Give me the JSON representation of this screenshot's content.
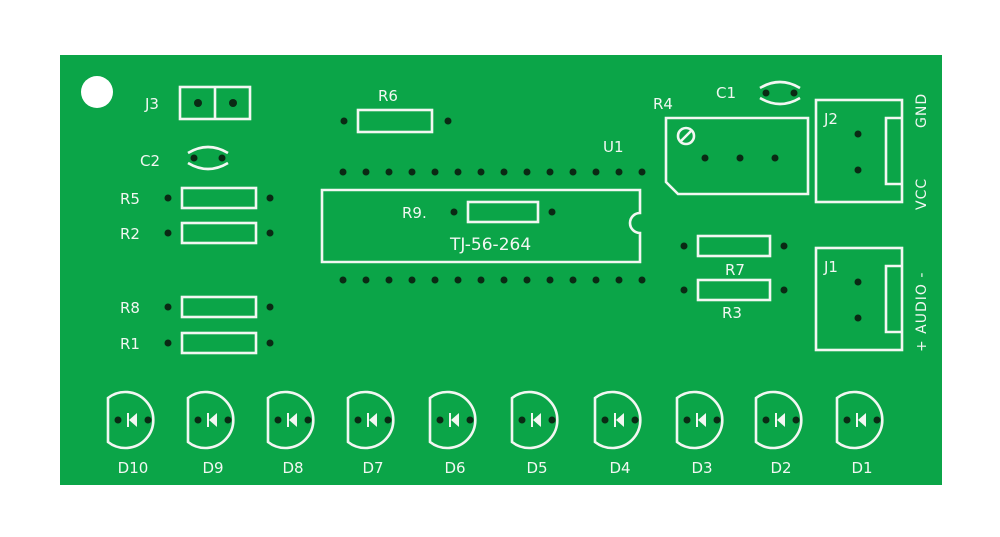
{
  "board": {
    "color": "#0ba548",
    "silkscreen_color": "#f2f7f2",
    "part_number": "TJ-56-264"
  },
  "labels": {
    "j3": "J3",
    "r6": "R6",
    "r4": "R4",
    "c1": "C1",
    "j2": "J2",
    "gnd": "GND",
    "c2": "C2",
    "u1": "U1",
    "r5": "R5",
    "r9": "R9.",
    "r2": "R2",
    "vcc": "VCC",
    "r7": "R7",
    "j1": "J1",
    "audio": "+ AUDIO -",
    "r3": "R3",
    "r8": "R8",
    "r1": "R1"
  },
  "leds": [
    "D10",
    "D9",
    "D8",
    "D7",
    "D6",
    "D5",
    "D4",
    "D3",
    "D2",
    "D1"
  ]
}
